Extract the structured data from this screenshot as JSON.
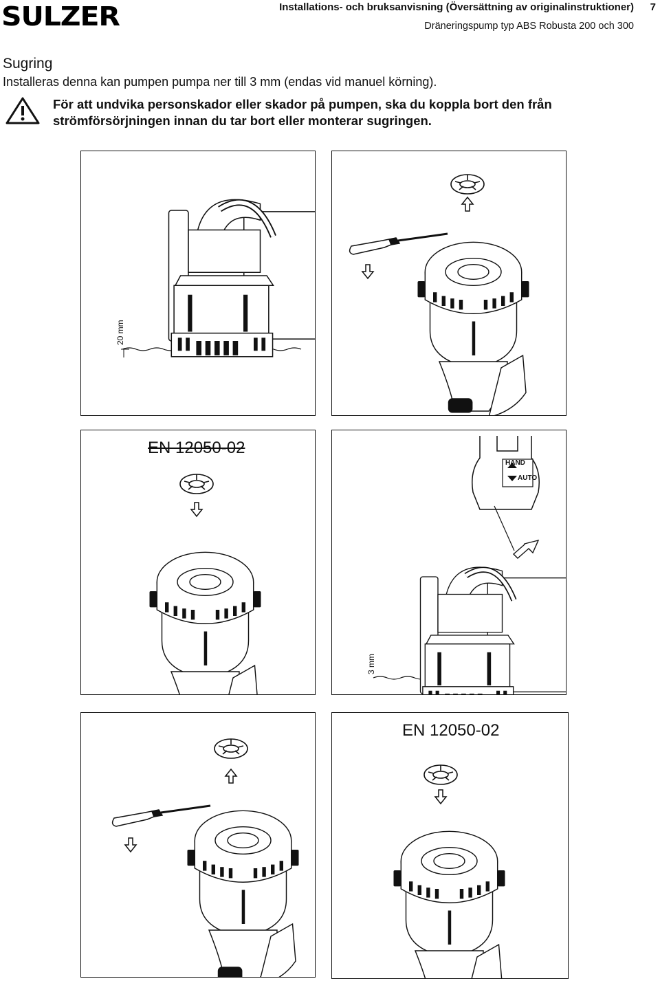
{
  "header": {
    "logo": "SULZER",
    "title": "Installations- och bruksanvisning (Översättning av originalinstruktioner)",
    "page_number": "7",
    "subtitle": "Dräneringspump typ ABS Robusta 200 och 300"
  },
  "section": {
    "title": "Sugring",
    "intro": "Installeras denna kan pumpen pumpa ner till 3 mm (endas vid manuel körning).",
    "warning": "För att undvika personskador eller skador på pumpen, ska du koppla bort den från strömförsörjningen innan du tar bort eller monterar sugringen."
  },
  "figures": {
    "panel1": {
      "dimension": "20 mm"
    },
    "panel3": {
      "standard_struck": "EN 12050-02"
    },
    "panel4": {
      "dimension": "3 mm",
      "switch_hand": "HAND",
      "switch_auto": "AUTO"
    },
    "panel6": {
      "standard": "EN 12050-02"
    }
  }
}
